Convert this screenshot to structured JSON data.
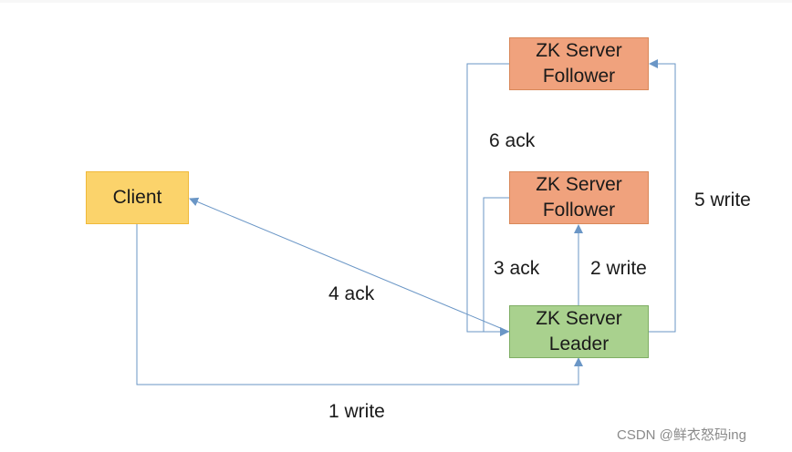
{
  "nodes": {
    "client": "Client",
    "follower_top": "ZK Server\nFollower",
    "follower_mid": "ZK Server\nFollower",
    "leader": "ZK Server\nLeader"
  },
  "edges": {
    "step1": "1 write",
    "step2": "2 write",
    "step3": "3 ack",
    "step4": "4 ack",
    "step5": "5 write",
    "step6": "6 ack"
  },
  "watermark": "CSDN @鲜衣怒码ing",
  "colors": {
    "client_fill": "#fbd36b",
    "follower_fill": "#f0a27d",
    "leader_fill": "#a9d18e",
    "connector": "#6a96c6"
  }
}
